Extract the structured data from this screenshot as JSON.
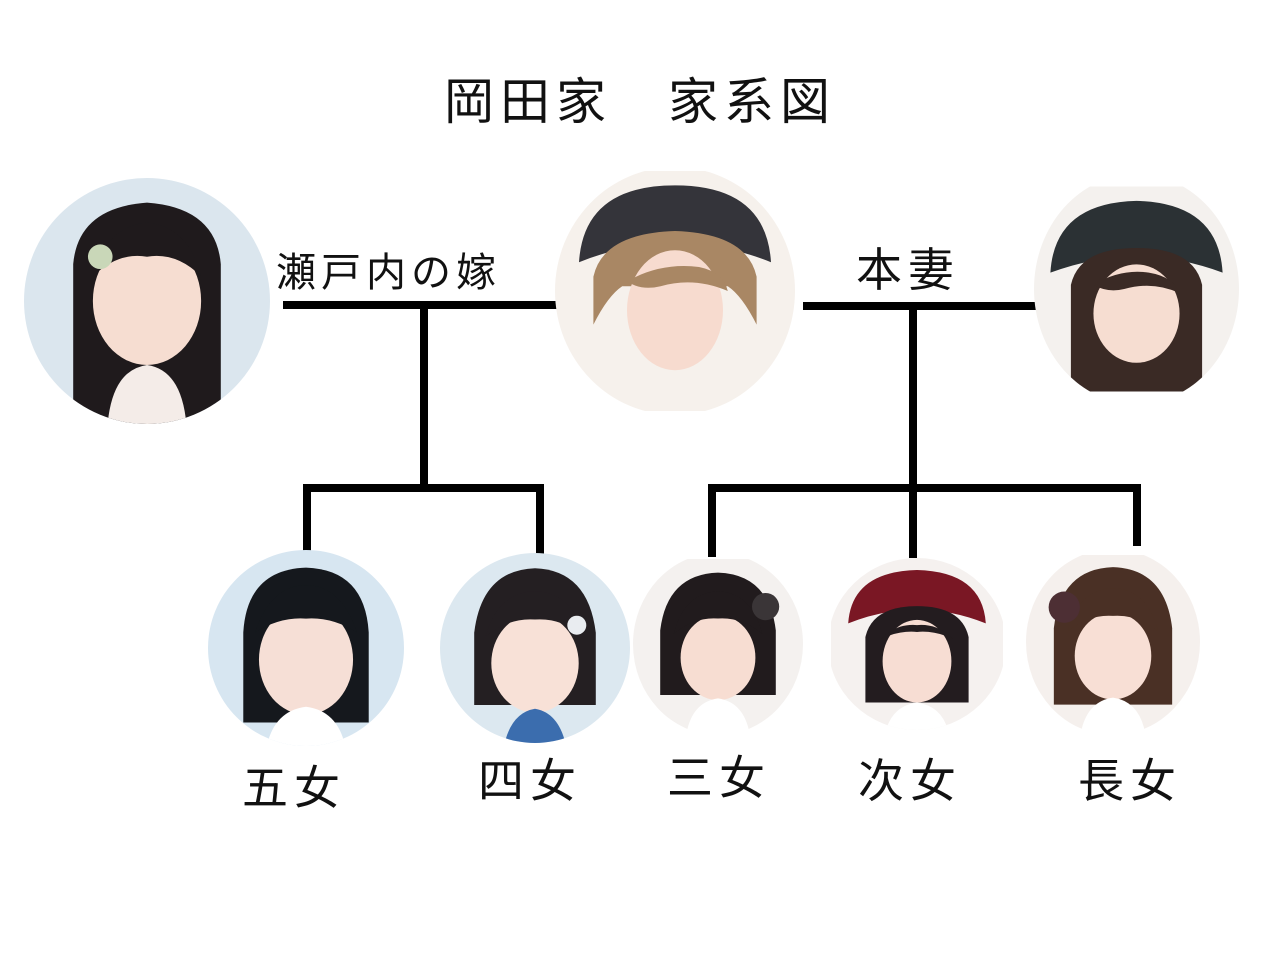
{
  "title": "岡田家　家系図",
  "labels": {
    "setouchi_wife": "瀬戸内の嫁",
    "main_wife": "本妻",
    "fifth_daughter": "五女",
    "fourth_daughter": "四女",
    "third_daughter": "三女",
    "second_daughter": "次女",
    "eldest_daughter": "長女"
  },
  "colors": {
    "line": "#000000",
    "text": "#111111",
    "background": "#ffffff"
  }
}
